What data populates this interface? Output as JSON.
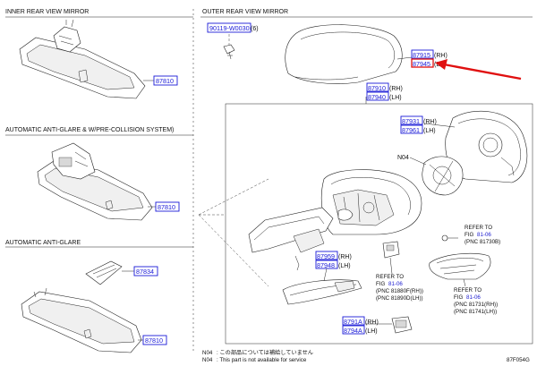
{
  "sections": {
    "inner_title": "INNER REAR VIEW MIRROR",
    "outer_title": "OUTER REAR VIEW MIRROR",
    "auto_anti_glare_pcs": "AUTOMATIC ANTI-GLARE & W/PRE-COLLISION SYSTEM)",
    "auto_anti_glare": "AUTOMATIC ANTI-GLARE"
  },
  "parts": {
    "p87810_a": "87810",
    "p87810_b": "87810",
    "p87834": "87834",
    "p87810_c": "87810",
    "p90119": "90119-W0030",
    "p90119_suffix": "(6)",
    "p87915": "87915",
    "p87915_side": "(RH)",
    "p87945": "87945",
    "p87945_side": "(LH)",
    "p87910": "87910",
    "p87910_side": "(RH)",
    "p87940": "87940",
    "p87940_side": "(LH)",
    "p87931": "87931",
    "p87931_side": "(RH)",
    "p87961": "87961",
    "p87961_side": "(LH)",
    "p87959": "87959",
    "p87959_side": "(RH)",
    "p87948": "87948",
    "p87948_side": "(LH)",
    "p8791a": "8791A",
    "p8791a_side": "(RH)",
    "p8794a": "8794A",
    "p8794a_side": "(LH)"
  },
  "labels": {
    "n04": "N04"
  },
  "refs": {
    "ref1_l1": "REFER TO",
    "ref1_l2": "FIG",
    "ref1_fig": "81-06",
    "ref1_l3": "(PNC 81730B)",
    "ref2_l1": "REFER TO",
    "ref2_l2": "FIG",
    "ref2_fig": "81-06",
    "ref2_l3": "(PNC 81880F(RH))",
    "ref2_l4": "(PNC 81890D(LH))",
    "ref3_l1": "REFER TO",
    "ref3_l2": "FIG",
    "ref3_fig": "81-06",
    "ref3_l3": "(PNC 81731(RH))",
    "ref3_l4": "(PNC 81741(LH))"
  },
  "footer": {
    "note1_code": "N04",
    "note1_text": ": この部品については補給していません",
    "note2_code": "N04",
    "note2_text": ": This part is not available for service",
    "figure_id": "87F054G"
  },
  "colors": {
    "part_number_blue": "#1a1ad8",
    "highlight_red": "#e01010"
  }
}
